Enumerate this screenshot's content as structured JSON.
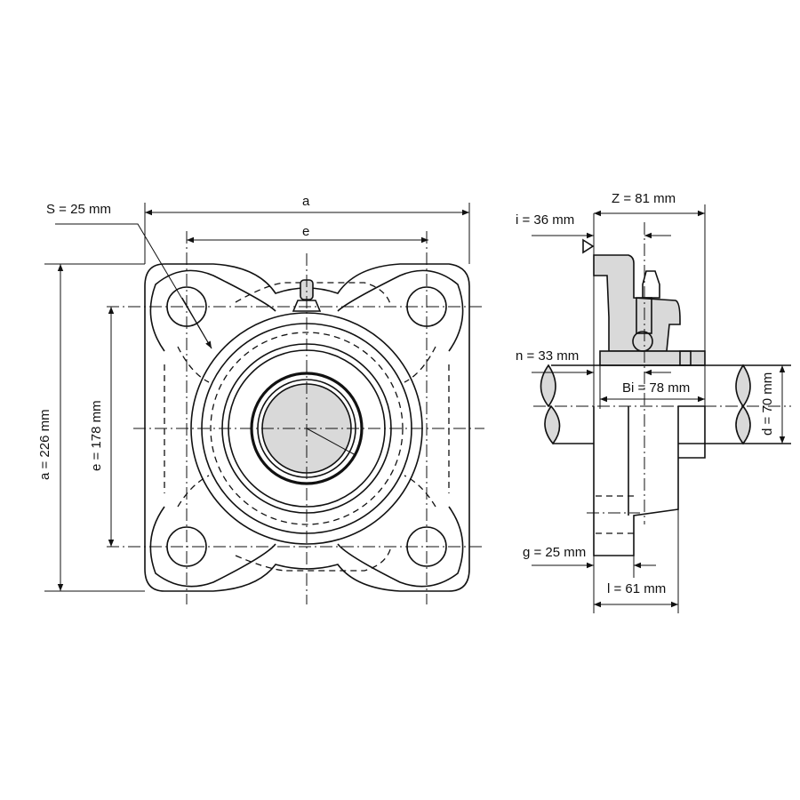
{
  "front_view": {
    "dim_a_top": "a",
    "dim_e_top": "e",
    "dim_s": "S = 25 mm",
    "dim_a_side": "a = 226 mm",
    "dim_e_side": "e = 178 mm"
  },
  "side_view": {
    "dim_z": "Z = 81 mm",
    "dim_i": "i = 36 mm",
    "dim_n": "n = 33 mm",
    "dim_bi": "Bi = 78 mm",
    "dim_d": "d = 70 mm",
    "dim_g": "g = 25 mm",
    "dim_l": "l = 61 mm"
  },
  "colors": {
    "line": "#111111",
    "section_fill": "#d9d9d9"
  }
}
